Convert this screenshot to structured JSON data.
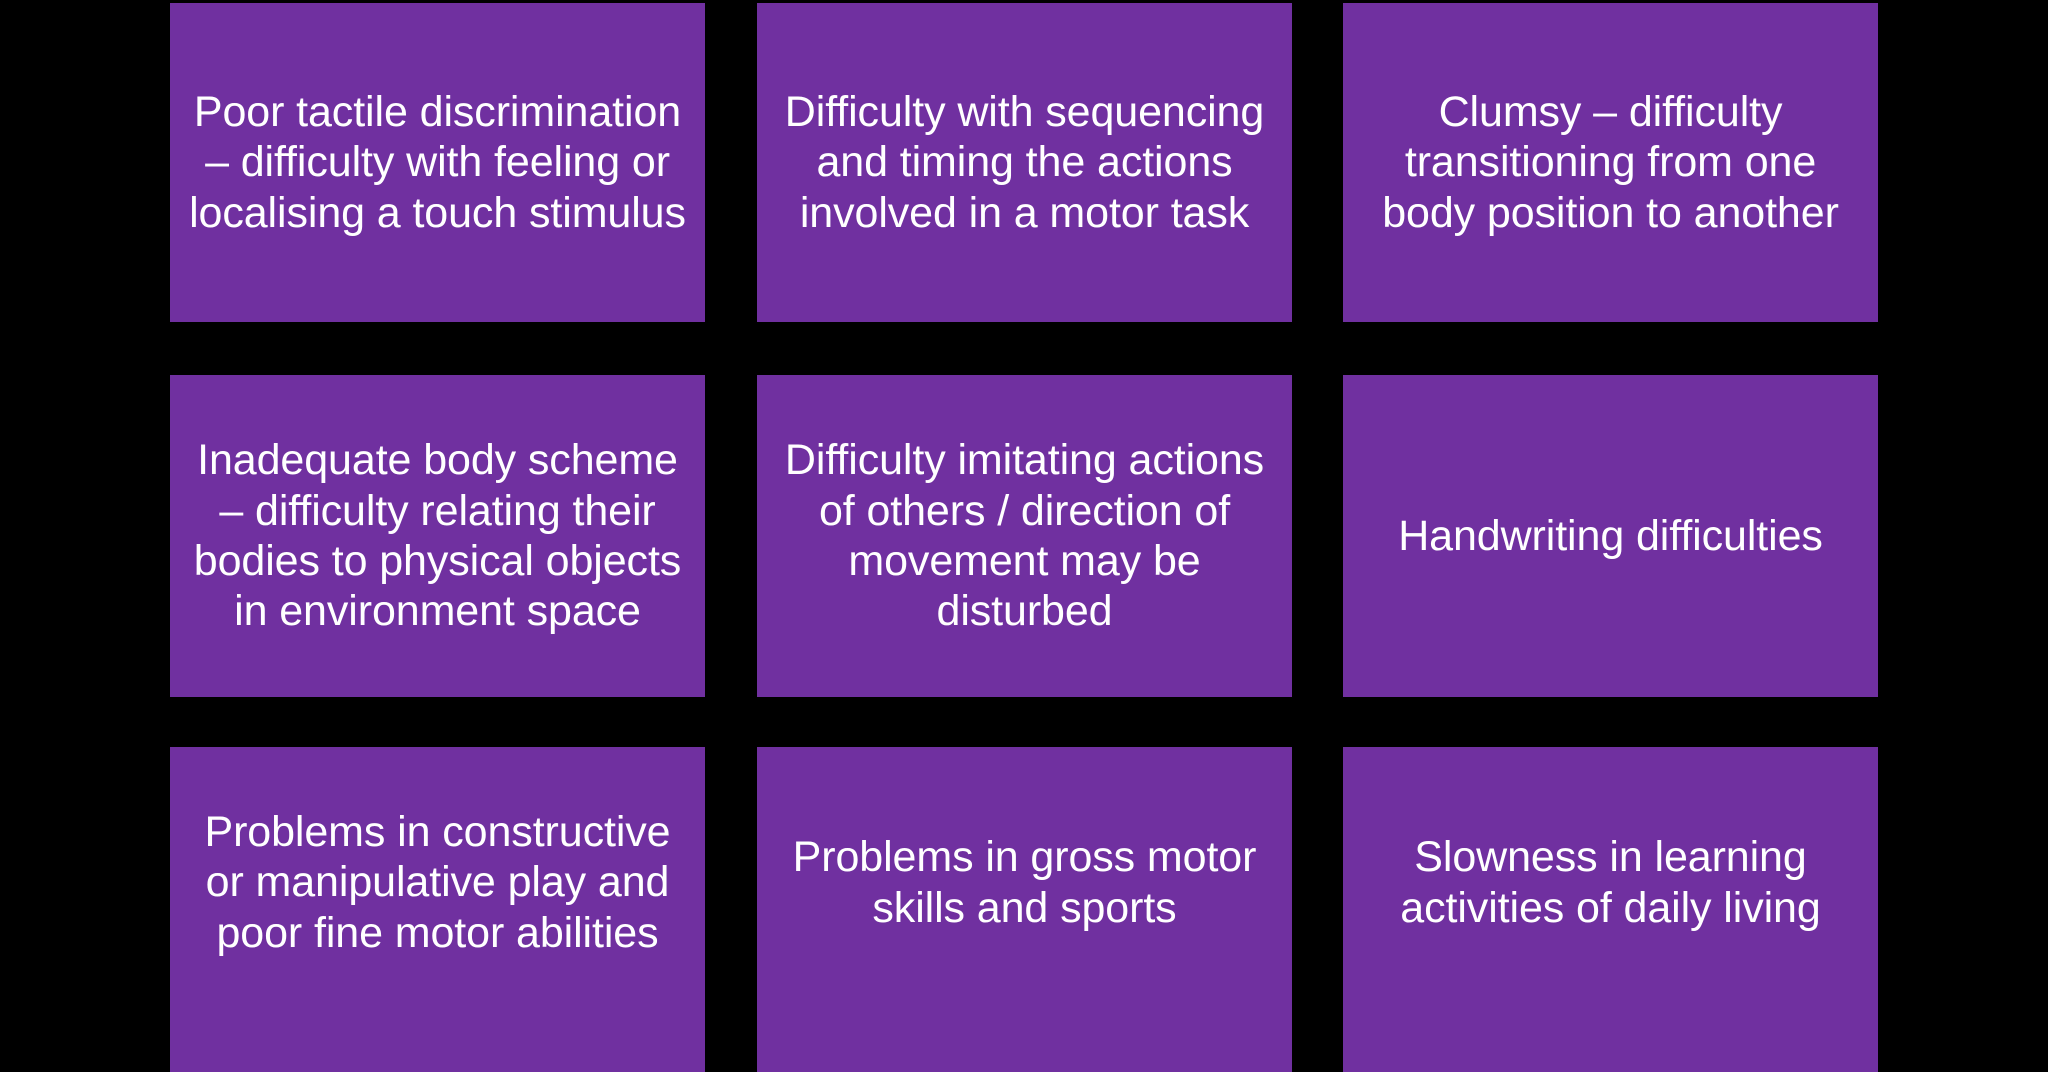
{
  "slide": {
    "background_color": "#000000",
    "box_color": "#7030A0",
    "text_color": "#FFFFFF",
    "layout": "3x3-grid"
  },
  "grid": {
    "rows": 3,
    "columns": 3,
    "cells": [
      {
        "id": "r1c1",
        "text": "Poor tactile discrimination – difficulty with feeling or localising a touch stimulus"
      },
      {
        "id": "r1c2",
        "text": "Difficulty with sequencing and timing the actions involved in a motor task"
      },
      {
        "id": "r1c3",
        "text": "Clumsy – difficulty transitioning from one body position to another"
      },
      {
        "id": "r2c1",
        "text": "Inadequate body scheme – difficulty relating their bodies to physical objects in environment space"
      },
      {
        "id": "r2c2",
        "text": "Difficulty imitating actions of others / direction of movement may be disturbed"
      },
      {
        "id": "r2c3",
        "text": "Handwriting difficulties"
      },
      {
        "id": "r3c1",
        "text": "Problems in constructive or manipulative play and poor fine motor abilities"
      },
      {
        "id": "r3c2",
        "text": "Problems in gross motor skills and sports"
      },
      {
        "id": "r3c3",
        "text": "Slowness in learning activities of daily living"
      }
    ]
  }
}
